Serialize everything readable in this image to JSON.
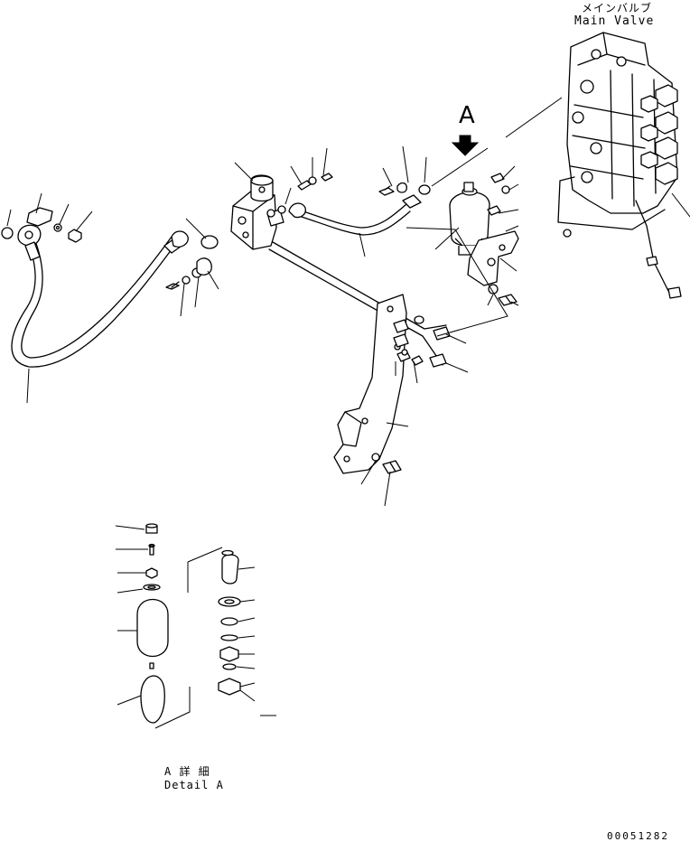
{
  "labels": {
    "main_valve_jp": "メインバルブ",
    "main_valve_en": "Main Valve",
    "view_arrow": "A",
    "detail_jp": "A 詳 細",
    "detail_en": "Detail A",
    "drawing_number": "00051282"
  }
}
